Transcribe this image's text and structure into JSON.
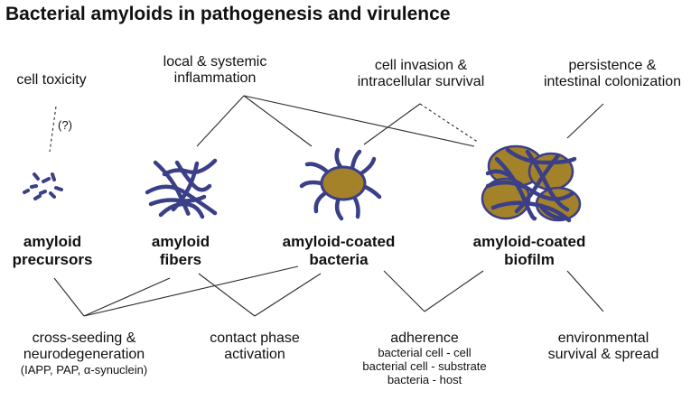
{
  "title": "Bacterial amyloids in pathogenesis and virulence",
  "effects_top": {
    "cell_toxicity": "cell toxicity",
    "question": "(?)",
    "inflammation_line1": "local & systemic",
    "inflammation_line2": "inflammation",
    "invasion_line1": "cell invasion &",
    "invasion_line2": "intracellular survival",
    "persistence_line1": "persistence &",
    "persistence_line2": "intestinal colonization"
  },
  "forms": {
    "precursors_line1": "amyloid",
    "precursors_line2": "precursors",
    "fibers_line1": "amyloid",
    "fibers_line2": "fibers",
    "coated_bacteria_line1": "amyloid-coated",
    "coated_bacteria_line2": "bacteria",
    "coated_biofilm_line1": "amyloid-coated",
    "coated_biofilm_line2": "biofilm"
  },
  "effects_bottom": {
    "cross_seeding_line1": "cross-seeding &",
    "cross_seeding_line2": "neurodegeneration",
    "cross_seeding_note": "(IAPP, PAP, α-synuclein)",
    "contact_line1": "contact phase",
    "contact_line2": "activation",
    "adherence": "adherence",
    "adherence_item1": "bacterial cell - cell",
    "adherence_item2": "bacterial cell - substrate",
    "adherence_item3": "bacteria - host",
    "environmental_line1": "environmental",
    "environmental_line2": "survival & spread"
  },
  "colors": {
    "fiber": "#3a3f88",
    "bacterium": "#a3822a",
    "bacterium_outline": "#3a3f88",
    "line": "#2b2b2b",
    "text": "#111111"
  }
}
